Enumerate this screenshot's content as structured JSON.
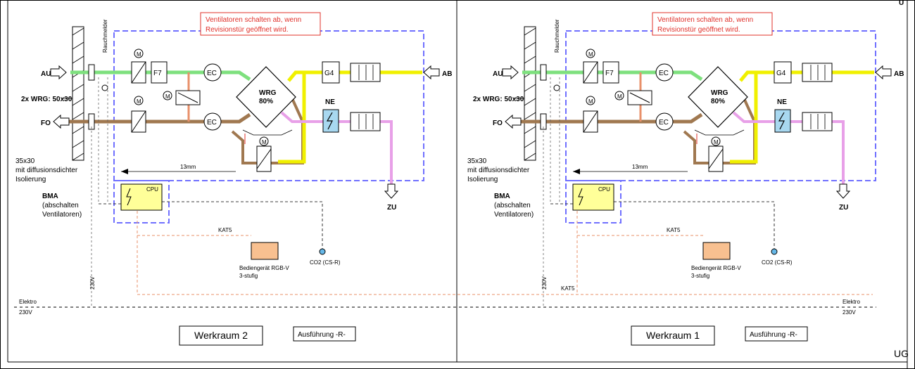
{
  "page": {
    "corner_top": "U",
    "corner_bottom": "UG",
    "background": "#ffffff"
  },
  "colors": {
    "outdoor_air": "#7ee07e",
    "exhaust_air": "#a07850",
    "extract_air": "#f0f000",
    "supply_air": "#e8a0e8",
    "unit_frame": "#7070ff",
    "warning_text": "#e0302a",
    "heater": "#a8d8f0",
    "controller": "#ffff99",
    "control_panel": "#f8c090"
  },
  "labels": {
    "au": "AU",
    "fo": "FO",
    "ab": "AB",
    "zu": "ZU",
    "wrg_duct": "2x WRG: 50x30",
    "rauchmelder": "Rauchmelder",
    "warning_line1": "Ventilatoren schalten ab, wenn",
    "warning_line2": "Revisionstür geöffnet wird.",
    "f7": "F7",
    "g4": "G4",
    "ec": "EC",
    "m": "M",
    "wrg_line1": "WRG",
    "wrg_line2": "80%",
    "ne": "NE",
    "cpu": "CPU",
    "slope": "13mm",
    "duct_line1": "35x30",
    "duct_line2": "mit diffusionsdichter",
    "duct_line3": "Isolierung",
    "bma_line1": "BMA",
    "bma_line2": "(abschalten",
    "bma_line3": "Ventilatoren)",
    "kat5": "KAT5",
    "panel_line1": "Bediengerät RGB-V",
    "panel_line2": "3-stufig",
    "co2": "CO2 (CS-R)",
    "v230": "230V",
    "elektro": "Elektro",
    "elektro_v": "230V",
    "ausfuehrung": "Ausführung -R-"
  },
  "rooms": [
    {
      "name": "Werkraum 2",
      "ausfuehrung": "Ausführung -R-"
    },
    {
      "name": "Werkraum 1",
      "ausfuehrung": "Ausführung -R-"
    }
  ]
}
